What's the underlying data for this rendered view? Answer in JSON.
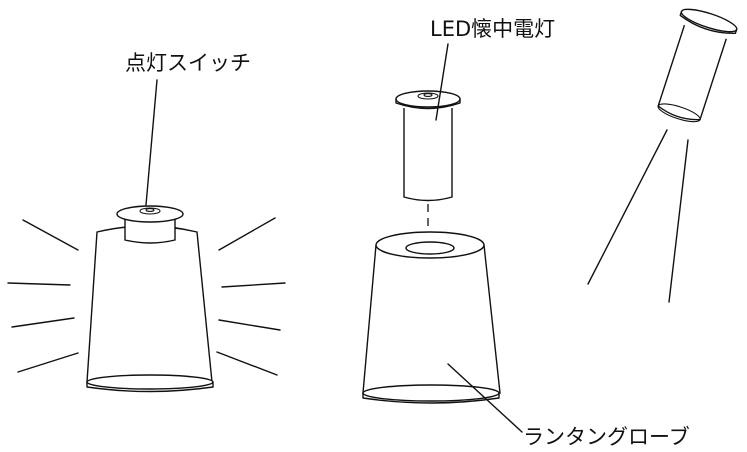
{
  "labels": {
    "switch": "点灯スイッチ",
    "flashlight": "LED懐中電灯",
    "globe": "ランタングローブ"
  }
}
